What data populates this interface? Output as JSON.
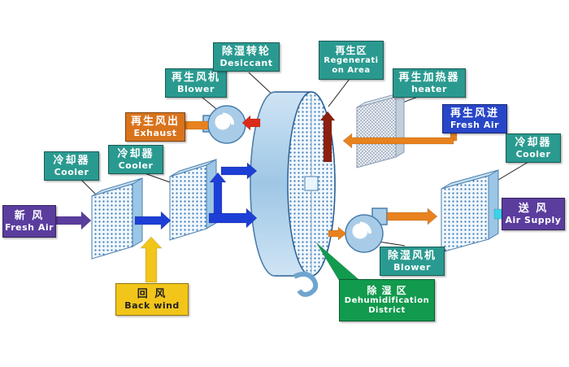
{
  "labels": {
    "fresh_air_in": {
      "zh": "新 风",
      "en": "Fresh Air"
    },
    "cooler_left": {
      "zh": "冷却器",
      "en": "Cooler"
    },
    "cooler_mid": {
      "zh": "冷却器",
      "en": "Cooler"
    },
    "regen_blower": {
      "zh": "再生风机",
      "en": "Blower"
    },
    "regen_exhaust": {
      "zh": "再生风出",
      "en": "Exhaust"
    },
    "desiccant": {
      "zh": "除湿转轮",
      "en": "Desiccant"
    },
    "regen_area": {
      "zh": "再生区",
      "en1": "Regenerati",
      "en2": "on Area"
    },
    "regen_heater": {
      "zh": "再生加热器",
      "en": "heater"
    },
    "regen_fresh_air": {
      "zh": "再生风进",
      "en": "Fresh Air"
    },
    "cooler_right": {
      "zh": "冷却器",
      "en": "Cooler"
    },
    "air_supply": {
      "zh": "送 风",
      "en": "Air Supply"
    },
    "dehum_blower": {
      "zh": "除湿风机",
      "en": "Blower"
    },
    "back_wind": {
      "zh": "回 风",
      "en": "Back wind"
    },
    "dehum_district": {
      "zh": "除 湿 区",
      "en1": "Dehumidification",
      "en2": "District"
    }
  },
  "palette": {
    "label_teal": "#2a9a90",
    "label_purple": "#5b3d9e",
    "label_orange": "#d9731c",
    "label_blue": "#2746c8",
    "label_yellow": "#f2c51a",
    "label_green": "#129a4e",
    "arrow_purple": "#5b3d9e",
    "arrow_blue": "#1d3fd6",
    "arrow_yellow": "#f2c51a",
    "arrow_red": "#dc2a18",
    "arrow_dark_red": "#8c1f10",
    "arrow_orange": "#e8821e",
    "arrow_cyan": "#38d4ea",
    "wheel_body": "#b5d5ec",
    "panel_dot": "#3a78b4"
  }
}
